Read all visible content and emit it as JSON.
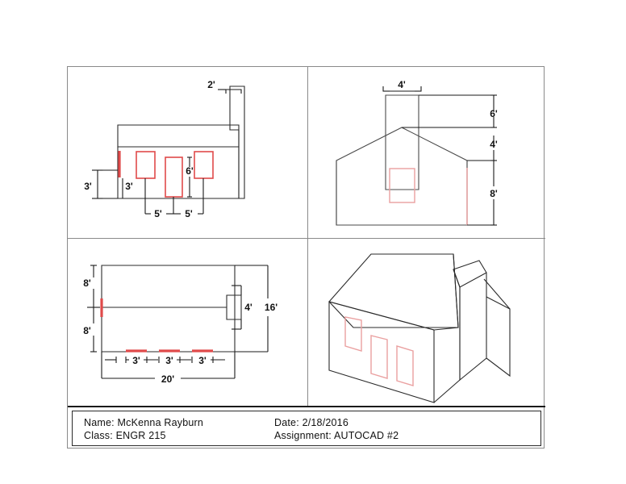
{
  "sheet": {
    "title": "AutoCAD multi-view house drawing",
    "frame_color": "#8a8a8a",
    "outline_color": "#4a4a4a",
    "dimension_color": "#1a1a1a",
    "opening_color": "#e04a4a"
  },
  "title_block": {
    "name_label": "Name:",
    "name_value": "McKenna  Rayburn",
    "class_label": "Class:",
    "class_value": "ENGR  215",
    "date_label": "Date:",
    "date_value": "2/18/2016",
    "assignment_label": "Assignment:",
    "assignment_value": "AUTOCAD  #2"
  },
  "views": {
    "front_elevation": {
      "name": "front-elevation-view",
      "dimensions": {
        "chimney_width": "2'",
        "left_wall_offset": "3'",
        "window_sill": "3'",
        "door_height": "6'",
        "door_to_window_left": "5'",
        "door_to_window_right": "5'"
      }
    },
    "side_elevation": {
      "name": "side-elevation-view",
      "dimensions": {
        "chimney_width": "4'",
        "chimney_height": "6'",
        "roof_rise": "4'",
        "wall_height": "8'"
      }
    },
    "plan": {
      "name": "plan-view",
      "dimensions": {
        "upper_half_depth": "8'",
        "lower_half_depth": "8'",
        "total_depth": "16'",
        "chimney_depth": "4'",
        "window_1": "3'",
        "window_2": "3'",
        "window_3": "3'",
        "total_width": "20'"
      }
    },
    "isometric": {
      "name": "isometric-view",
      "dimensions": {}
    }
  }
}
